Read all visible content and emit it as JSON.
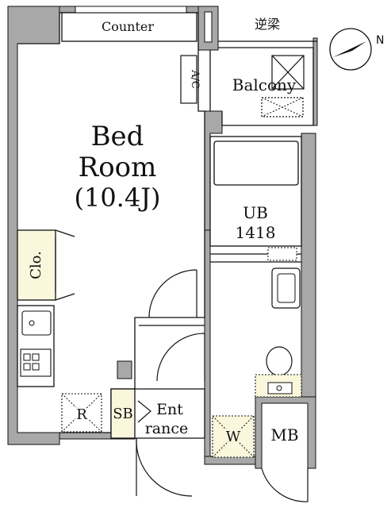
{
  "rooms": {
    "bedroom_line1": "Bed",
    "bedroom_line2": "Room",
    "bedroom_size": "(10.4J)",
    "counter": "Counter",
    "beam": "逆梁",
    "ac": "A/C",
    "balcony": "Balcony",
    "ub": "UB",
    "ub_size": "1418",
    "closet": "Clo.",
    "fridge": "R",
    "shoebox": "SB",
    "entrance_line1": "Ent",
    "entrance_line2": "rance",
    "washer": "W",
    "meter_box": "MB"
  },
  "compass": {
    "label": "N"
  },
  "colors": {
    "wall": "#a8a8a8",
    "line": "#111111",
    "closet_fill": "#fbf7dc",
    "floor": "#ffffff"
  }
}
